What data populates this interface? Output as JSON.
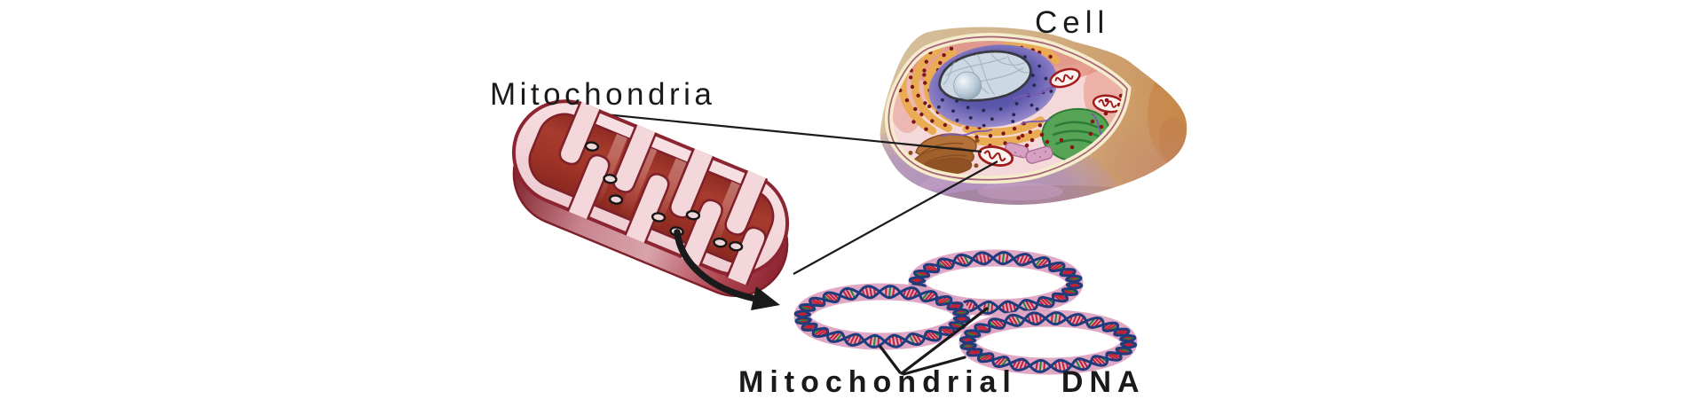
{
  "figure": {
    "background": "#ffffff",
    "labels": {
      "cell": "Cell",
      "mitochondria": "Mitochondria",
      "dna_word1": "Mitochondrial",
      "dna_word2": "DNA"
    },
    "dna_ring_count": 3,
    "colors": {
      "ink": "#1a1a1a",
      "line": "#1a1a1a",
      "mito_outline": "#8c2531",
      "mito_face_hi": "#f7e0e3",
      "mito_face_lo": "#eecdd2",
      "mito_matrix": "#a03327",
      "mito_matrix_dark": "#8a2820",
      "mito_rim_dark": "#7e2029",
      "mito_rim_light": "#d9a3ab",
      "mito_rim_mid": "#b24a55",
      "crista_fill": "#f3d7da",
      "nucleoid_ink": "#161616",
      "nucleoid_fill": "#f0d6d8",
      "cell_tan": "#d6c19e",
      "cell_orange": "#ca8f55",
      "cell_purple": "#ab8cc4",
      "cell_rosy": "#c58a72",
      "membrane_cream": "#f4ecca",
      "membrane_line": "#a55f78",
      "cyto_pink": "#f5d9da",
      "cyto_salmon": "#e4907e",
      "shade_gray": "#9193a3",
      "nucleus_deep": "#4f4c9c",
      "nucleus_mid": "#5b57ab",
      "nucleus_light": "#8c7fc5",
      "nucleus_edge": "#ab9ed6",
      "pore": "#26264e",
      "chromatin": "#ccd9e3",
      "chromatin_line": "#9db2c2",
      "chromatin_outline": "#3a3a45",
      "nucleolus_hi": "#f2f6f9",
      "nucleolus_mid": "#b9c9d6",
      "nucleolus_dark": "#7d95a8",
      "er_orange": "#e9ac55",
      "ribosome": "#7c1517",
      "golgi": "#b4713a",
      "golgi_mid": "#a05f2b",
      "golgi_deep": "#8f5224",
      "golgi_dark": "#8a4e20",
      "organelle_green": "#58a457",
      "organelle_green_dark": "#2e7d36",
      "cell_mito_red": "#a11d1d",
      "cell_mito_fill": "#fdf3f1",
      "centriole_pink": "#d79fc2",
      "centriole_edge": "#ad6f96",
      "squiggle_purple": "#7a59b5",
      "face_dot": "#8a1515",
      "dna_band": "#dfa3c3",
      "dna_strand": "#1f3d7d",
      "dna_tick_red": "#c22134",
      "dna_tick_green": "#27862f"
    }
  }
}
